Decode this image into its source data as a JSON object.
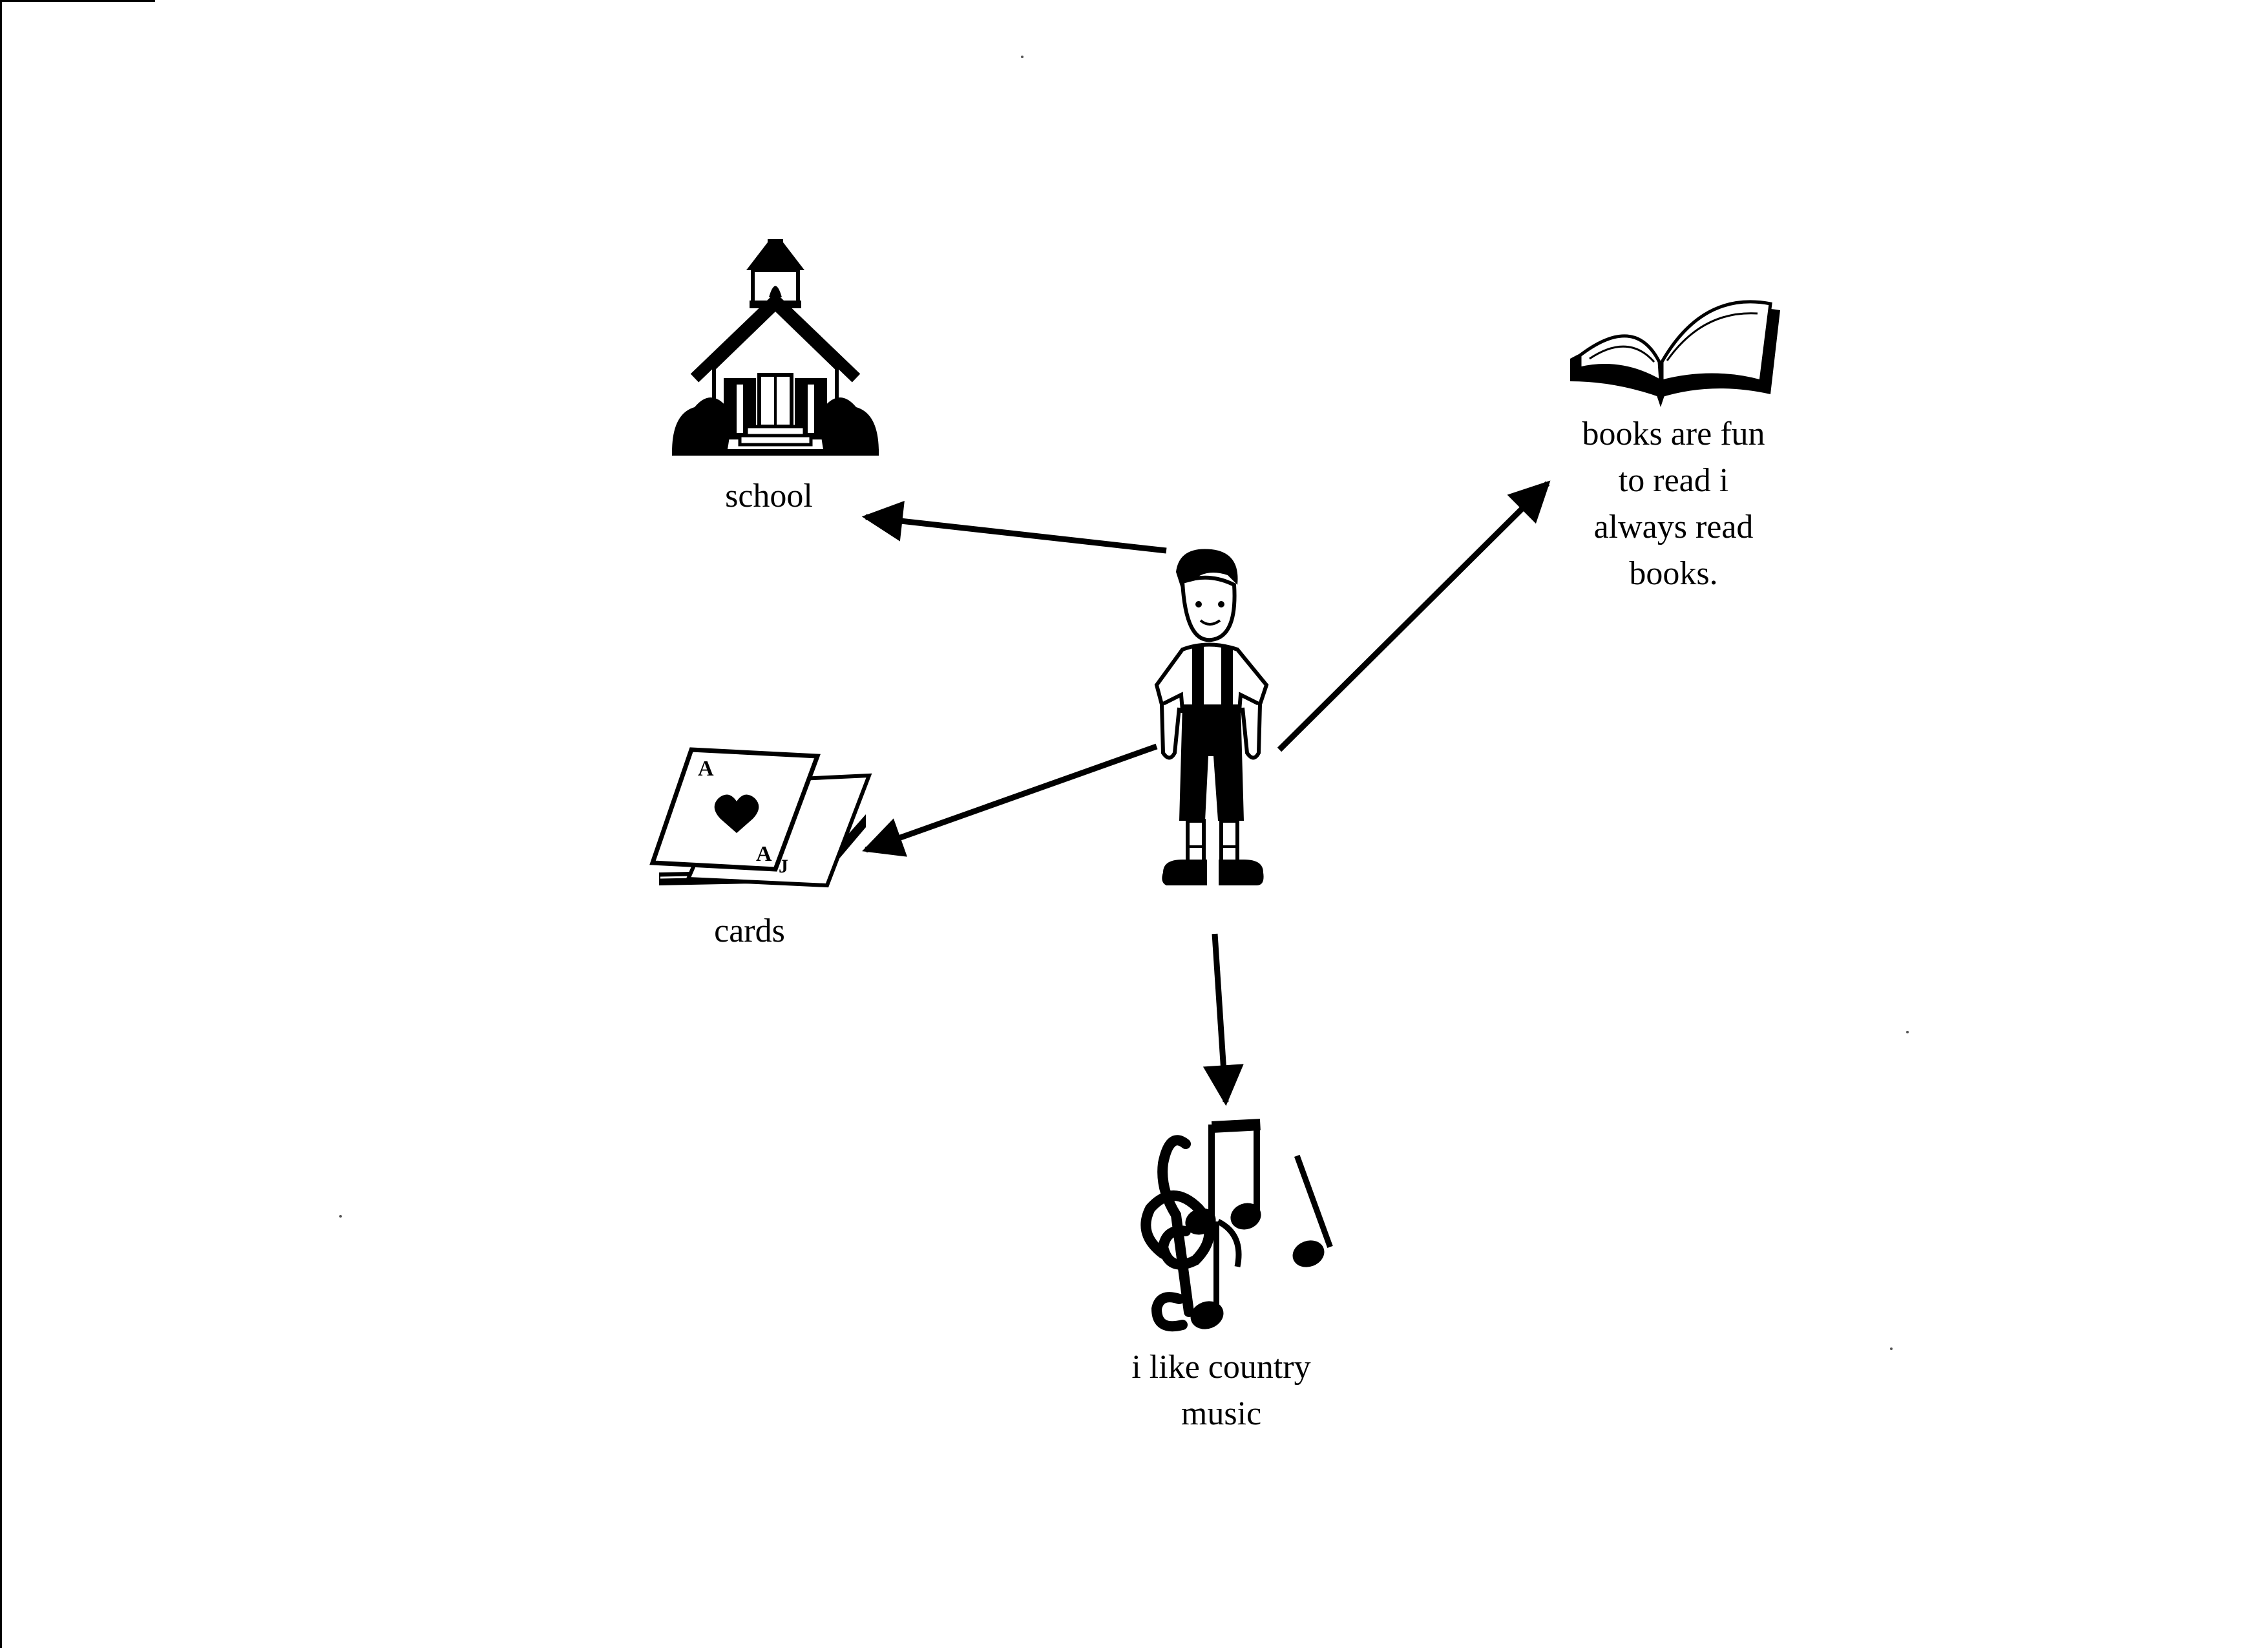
{
  "diagram": {
    "center": {
      "icon": "boy-icon"
    },
    "nodes": [
      {
        "id": "school",
        "icon": "schoolhouse-icon",
        "label": "school"
      },
      {
        "id": "books",
        "icon": "open-book-icon",
        "label": "books are fun\nto read i\nalways read\nbooks."
      },
      {
        "id": "cards",
        "icon": "playing-cards-icon",
        "label": "cards"
      },
      {
        "id": "music",
        "icon": "music-notes-icon",
        "label": "i like country\nmusic"
      }
    ],
    "colors": {
      "ink": "#000000",
      "background": "#ffffff"
    }
  }
}
